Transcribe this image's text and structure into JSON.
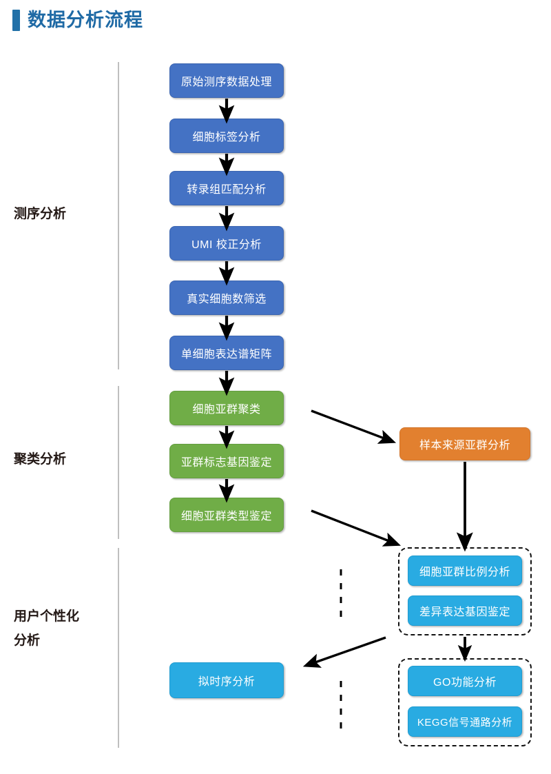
{
  "page": {
    "title": "数据分析流程",
    "accent_color": "#1F6AA5",
    "bar_color": "#2271A8"
  },
  "colors": {
    "blue": "#4472C4",
    "green": "#70AD47",
    "orange": "#E2802F",
    "cyan": "#29ABE2",
    "rule": "#BFBFBF",
    "arrow": "#000000",
    "text_dark": "#231815"
  },
  "stages": [
    {
      "label": "测序分析"
    },
    {
      "label": "聚类分析"
    },
    {
      "label": "用户个性化",
      "label2": "分析"
    }
  ],
  "flow": {
    "sequencing_nodes": [
      {
        "label": "原始测序数据处理",
        "color": "blue"
      },
      {
        "label": "细胞标签分析",
        "color": "blue"
      },
      {
        "label": "转录组匹配分析",
        "color": "blue"
      },
      {
        "label": "UMI 校正分析",
        "color": "blue"
      },
      {
        "label": "真实细胞数筛选",
        "color": "blue"
      },
      {
        "label": "单细胞表达谱矩阵",
        "color": "blue"
      }
    ],
    "clustering_nodes": [
      {
        "label": "细胞亚群聚类",
        "color": "green"
      },
      {
        "label": "亚群标志基因鉴定",
        "color": "green"
      },
      {
        "label": "细胞亚群类型鉴定",
        "color": "green"
      }
    ],
    "sample_node": {
      "label": "样本来源亚群分析",
      "color": "orange"
    },
    "group_one": {
      "nodes": [
        {
          "label": "细胞亚群比例分析",
          "color": "cyan"
        },
        {
          "label": "差异表达基因鉴定",
          "color": "cyan"
        }
      ]
    },
    "group_two": {
      "nodes": [
        {
          "label": "GO功能分析",
          "color": "cyan"
        },
        {
          "label": "KEGG信号通路分析",
          "color": "cyan"
        }
      ]
    },
    "pseudotime_node": {
      "label": "拟时序分析",
      "color": "cyan"
    }
  }
}
